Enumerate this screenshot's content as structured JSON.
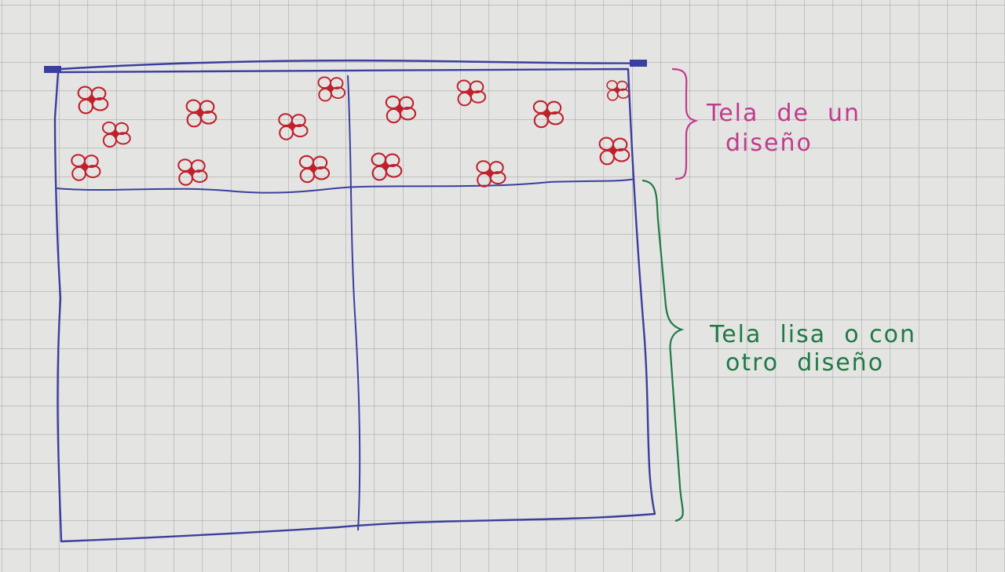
{
  "colors": {
    "paper": "#e4e4e2",
    "grid": "#a9aaac",
    "pen_blue": "#3a3f9e",
    "flower_red": "#c0202c",
    "label_pink": "#c23a8e",
    "label_green": "#1f7a45"
  },
  "labels": {
    "top_line1": "Tela  de  un",
    "top_line2": "diseño",
    "bottom_line1": "Tela  lisa  o con",
    "bottom_line2": "otro  diseño"
  },
  "icons": {
    "flower": "flower-icon",
    "top_bracket": "curly-brace",
    "bottom_bracket": "curly-brace"
  }
}
